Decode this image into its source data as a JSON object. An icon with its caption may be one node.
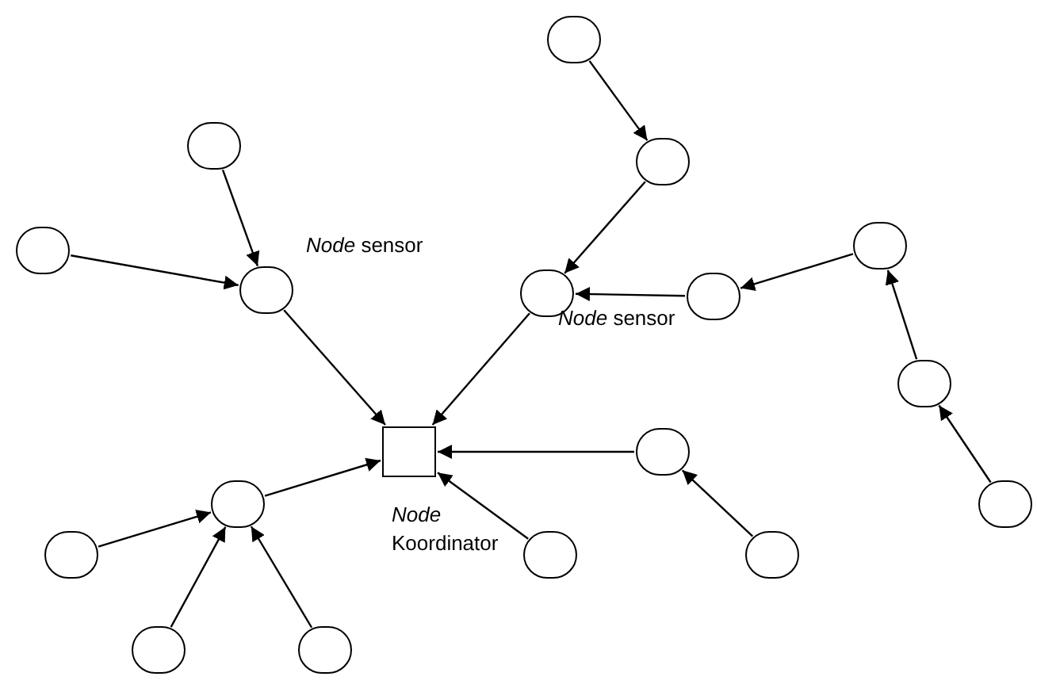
{
  "diagram": {
    "nodes": [
      {
        "text": [],
        "shape": "circle"
      },
      {
        "text": [],
        "shape": "circle"
      },
      {
        "text": [],
        "shape": "circle",
        "beside": [
          "*Node* sensor"
        ]
      },
      {
        "text": [],
        "shape": "circle"
      },
      {
        "text": [],
        "shape": "circle"
      },
      {
        "text": [],
        "shape": "circle",
        "beside": [
          "*Node* sensor"
        ]
      },
      {
        "text": [],
        "shape": "circle"
      },
      {
        "text": [],
        "shape": "circle"
      },
      {
        "text": [],
        "shape": "circle"
      },
      {
        "text": [],
        "shape": "circle"
      },
      {
        "text": [],
        "shape": "box",
        "beside": [
          "*Node* Koordinator"
        ]
      },
      {
        "text": [],
        "shape": "circle"
      },
      {
        "text": [],
        "shape": "circle"
      },
      {
        "text": [],
        "shape": "circle"
      },
      {
        "text": [],
        "shape": "circle"
      },
      {
        "text": [],
        "shape": "circle"
      },
      {
        "text": [],
        "shape": "circle"
      },
      {
        "text": [],
        "shape": "circle"
      }
    ],
    "edges": [
      {
        "from": 0,
        "to": 2,
        "arrow": "to"
      },
      {
        "from": 1,
        "to": 2,
        "arrow": "to"
      },
      {
        "from": 2,
        "to": 10,
        "arrow": "to"
      },
      {
        "from": 3,
        "to": 4,
        "arrow": "to"
      },
      {
        "from": 4,
        "to": 5,
        "arrow": "to"
      },
      {
        "from": 6,
        "to": 5,
        "arrow": "to"
      },
      {
        "from": 7,
        "to": 6,
        "arrow": "to"
      },
      {
        "from": 8,
        "to": 7,
        "arrow": "to"
      },
      {
        "from": 9,
        "to": 8,
        "arrow": "to"
      },
      {
        "from": 5,
        "to": 10,
        "arrow": "to"
      },
      {
        "from": 11,
        "to": 10,
        "arrow": "to"
      },
      {
        "from": 12,
        "to": 10,
        "arrow": "to"
      },
      {
        "from": 13,
        "to": 11,
        "arrow": "to"
      },
      {
        "from": 14,
        "to": 10,
        "arrow": "to"
      },
      {
        "from": 15,
        "to": 14,
        "arrow": "to"
      },
      {
        "from": 16,
        "to": 14,
        "arrow": "to"
      },
      {
        "from": 17,
        "to": 14,
        "arrow": "to"
      }
    ]
  }
}
